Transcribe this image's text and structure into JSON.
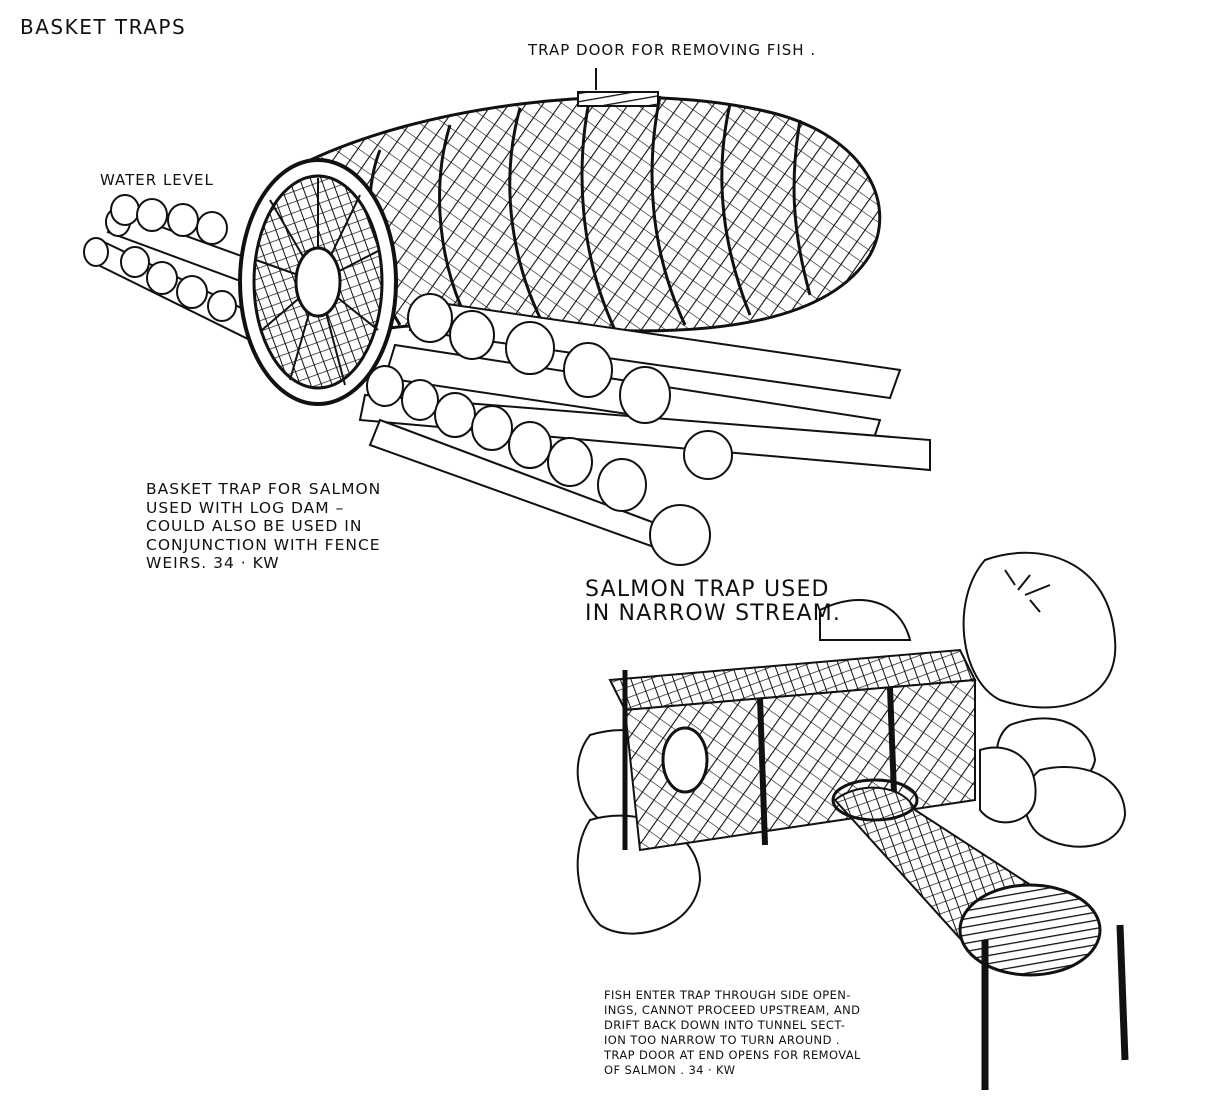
{
  "title": "BASKET TRAPS",
  "labels": {
    "trap_door": "TRAP DOOR FOR REMOVING FISH .",
    "water_level": "WATER LEVEL"
  },
  "basket_caption": "BASKET TRAP FOR SALMON\nUSED WITH LOG DAM –\nCOULD ALSO BE USED IN\nCONJUNCTION WITH FENCE\nWEIRS. 34 · KW",
  "salmon_title": "SALMON TRAP USED\nIN NARROW STREAM.",
  "salmon_caption": "FISH ENTER TRAP THROUGH SIDE OPEN-\nINGS, CANNOT PROCEED UPSTREAM, AND\nDRIFT BACK DOWN INTO TUNNEL SECT-\nION TOO NARROW TO TURN AROUND .\nTRAP DOOR AT END OPENS FOR REMOVAL\nOF SALMON . 34 · KW",
  "colors": {
    "ink": "#111111",
    "paper": "#ffffff"
  }
}
